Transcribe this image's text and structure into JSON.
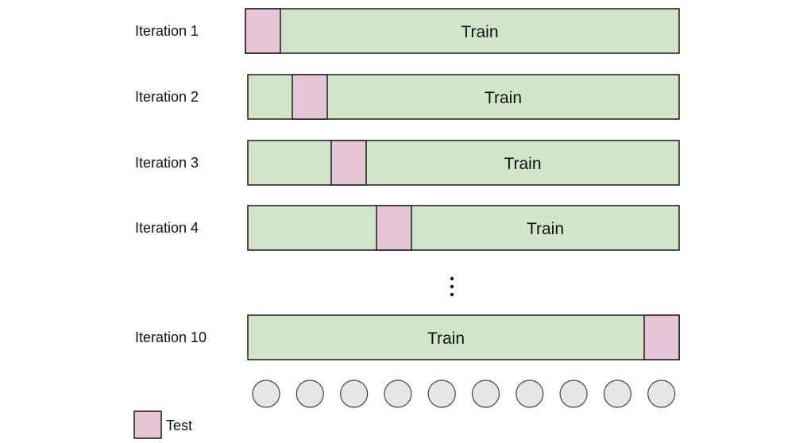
{
  "colors": {
    "train": "#d1e6c8",
    "test": "#e6c6d6",
    "fold_circle": "#e6e6e6",
    "stroke": "#1a1a1a"
  },
  "folds_total": 10,
  "iterations": [
    {
      "label": "Iteration 1",
      "test_fold": 1,
      "train_label": "Train"
    },
    {
      "label": "Iteration 2",
      "test_fold": 2,
      "train_label": "Train"
    },
    {
      "label": "Iteration 3",
      "test_fold": 3,
      "train_label": "Train"
    },
    {
      "label": "Iteration 4",
      "test_fold": 4,
      "train_label": "Train"
    },
    {
      "label": "Iteration 10",
      "test_fold": 10,
      "train_label": "Train"
    }
  ],
  "ellipsis": "⋮",
  "legend": {
    "test_label": "Test"
  }
}
